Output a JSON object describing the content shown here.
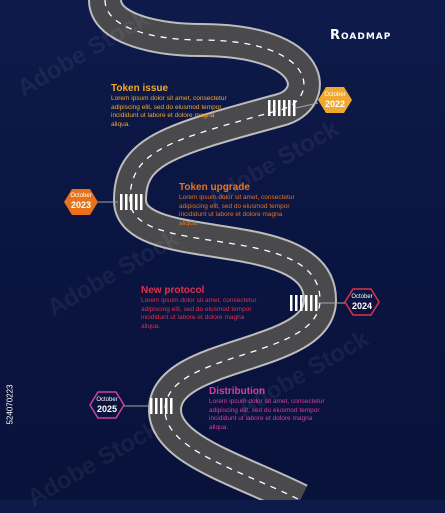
{
  "title": "Roadmap",
  "colors": {
    "background": "#0c1746",
    "road": "#4a4a4c",
    "road_edge": "#bdbdbd",
    "dash": "#ffffff",
    "gold": "#f0a830",
    "orange": "#e8721c",
    "crimson": "#e0304a",
    "magenta": "#d040a0"
  },
  "milestones": [
    {
      "title": "Token issue",
      "body": "Lorem ipsum dolor sit amet, consectetur adipiscing elit, sed do eiusmod tempor incididunt ut labore et dolore magna aliqua.",
      "month": "October",
      "year": "2022",
      "color": "#f0a830",
      "hex_style": "filled"
    },
    {
      "title": "Token upgrade",
      "body": "Lorem ipsum dolor sit amet, consectetur adipiscing elit, sed do eiusmod tempor incididunt ut labore et dolore magna aliqua.",
      "month": "October",
      "year": "2023",
      "color": "#e8721c",
      "hex_style": "filled"
    },
    {
      "title": "New protocol",
      "body": "Lorem ipsum dolor sit amet, consectetur adipiscing elit, sed do eiusmod tempor incididunt ut labore et dolore magna aliqua.",
      "month": "October",
      "year": "2024",
      "color": "#e0304a",
      "hex_style": "outline"
    },
    {
      "title": "Distribution",
      "body": "Lorem ipsum dolor sit amet, consectetur adipiscing elit, sed do eiusmod tempor incididunt ut labore et dolore magna aliqua.",
      "month": "October",
      "year": "2025",
      "color": "#d040a0",
      "hex_style": "outline"
    }
  ],
  "stock_id": "524070223",
  "watermark": "Adobe Stock"
}
